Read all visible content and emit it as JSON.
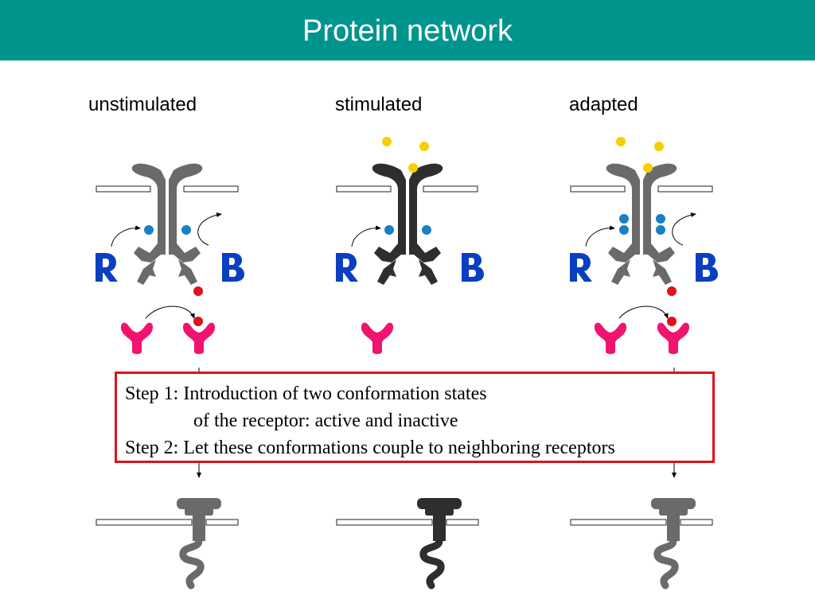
{
  "title": "Protein network",
  "columns": [
    {
      "label": "unstimulated"
    },
    {
      "label": "stimulated"
    },
    {
      "label": "adapted"
    }
  ],
  "labels": {
    "R": "R",
    "B": "B",
    "Y": "Y"
  },
  "steps": {
    "line1": "Step 1: Introduction of two conformation states",
    "line2": "of the receptor: active and inactive",
    "line3": "Step 2: Let these conformations couple to neighboring receptors"
  },
  "colors": {
    "header": "#00948f",
    "receptor_inactive": "#6a6a6a",
    "receptor_active": "#2e2e2e",
    "ligand": "#f5d000",
    "methyl": "#1a7fc4",
    "phosphate": "#e0101c",
    "cheR_cheB": "#0a3fc0",
    "cheY": "#f01470",
    "box_border": "#e0101c"
  }
}
